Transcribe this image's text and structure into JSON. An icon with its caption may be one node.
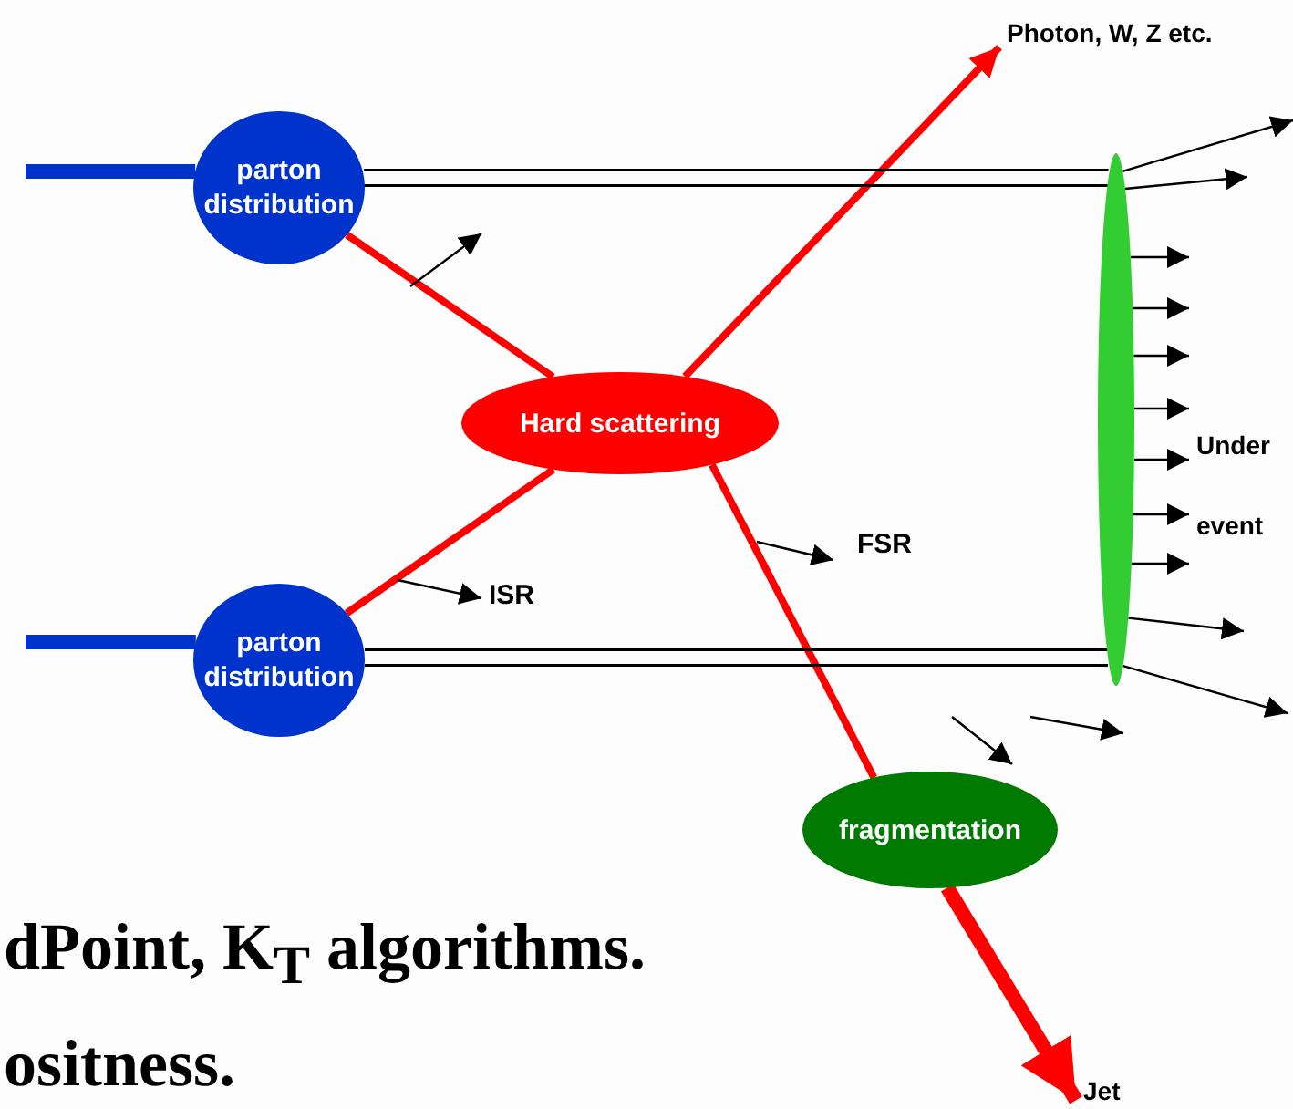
{
  "diagram": {
    "nodes": [
      {
        "text": [
          "parton distribution"
        ]
      },
      {
        "text": [
          "parton distribution"
        ]
      },
      {
        "text": [
          "Hard scattering"
        ]
      },
      {
        "text": [
          "fragmentation"
        ]
      },
      {
        "text": [
          "Photon, W, Z etc."
        ]
      },
      {
        "text": [
          "Jet"
        ]
      },
      {
        "text": [],
        "shape": "ellipse"
      },
      {
        "text": [
          "Under event"
        ]
      }
    ],
    "edges": [
      {
        "from": 0,
        "to": 2,
        "arrow": "none",
        "style": "thick",
        "color": "#ff0000"
      },
      {
        "from": 1,
        "to": 2,
        "arrow": "none",
        "style": "thick",
        "color": "#ff0000"
      },
      {
        "from": 2,
        "to": 4,
        "arrow": "to",
        "style": "thick",
        "color": "#ff0000"
      },
      {
        "from": 2,
        "to": 3,
        "arrow": "none",
        "style": "thick",
        "color": "#ff0000"
      },
      {
        "from": 3,
        "to": 5,
        "arrow": "to",
        "style": "thick",
        "color": "#ff0000"
      },
      {
        "from": null,
        "to": 0,
        "arrow": "none",
        "style": "thick",
        "color": "#0033cc"
      },
      {
        "from": null,
        "to": 1,
        "arrow": "none",
        "style": "thick",
        "color": "#0033cc"
      },
      {
        "from": 0,
        "to": 6,
        "arrow": "none"
      },
      {
        "from": 1,
        "to": 6,
        "arrow": "none"
      },
      {
        "from": 6,
        "to": null,
        "arrow": "to"
      },
      {
        "from": 6,
        "to": null,
        "arrow": "to"
      },
      {
        "from": 6,
        "to": null,
        "arrow": "to"
      },
      {
        "from": 6,
        "to": null,
        "arrow": "to"
      },
      {
        "from": 6,
        "to": null,
        "arrow": "to"
      },
      {
        "from": 6,
        "to": 7,
        "arrow": "to"
      },
      {
        "from": 6,
        "to": 7,
        "arrow": "to"
      },
      {
        "from": 6,
        "to": 7,
        "arrow": "to"
      },
      {
        "from": 6,
        "to": 7,
        "arrow": "to"
      },
      {
        "from": 6,
        "to": null,
        "arrow": "to"
      },
      {
        "from": 6,
        "to": null,
        "arrow": "to"
      }
    ],
    "labels": [
      "ISR",
      "FSR",
      "dPoint, K$_{T}$ algorithms.",
      "ositness."
    ]
  }
}
